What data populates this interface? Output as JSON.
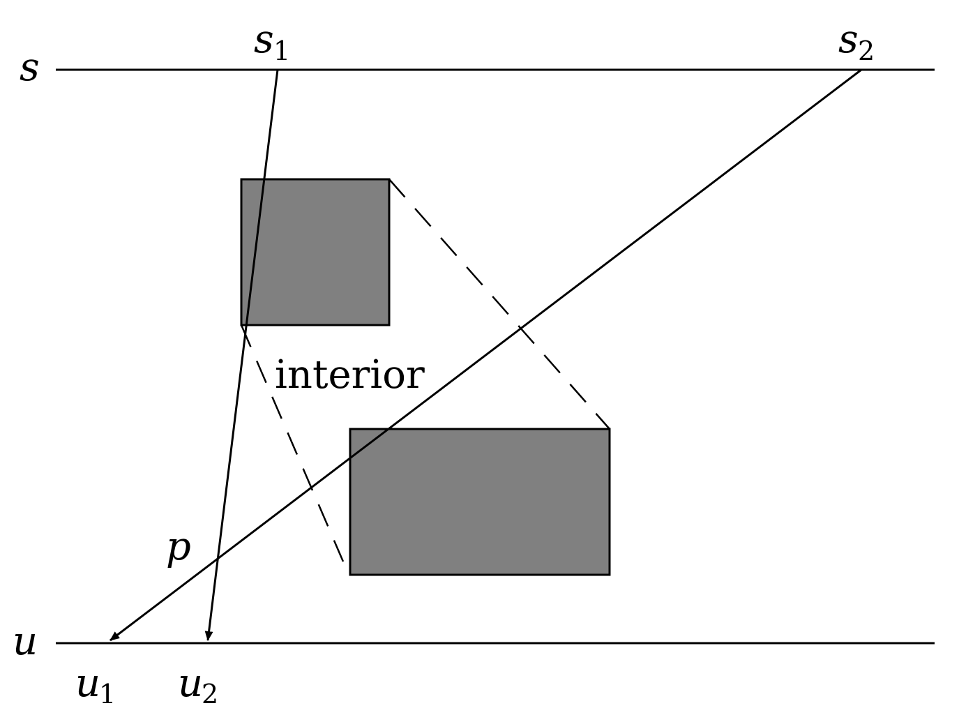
{
  "labels": {
    "s": "s",
    "u": "u",
    "s1_base": "s",
    "s1_sub": "1",
    "s2_base": "s",
    "s2_sub": "2",
    "u1_base": "u",
    "u1_sub": "1",
    "u2_base": "u",
    "u2_sub": "2",
    "p": "p",
    "interior": "interior"
  },
  "colors": {
    "line": "#000000",
    "box_fill": "#808080",
    "background": "#ffffff"
  }
}
